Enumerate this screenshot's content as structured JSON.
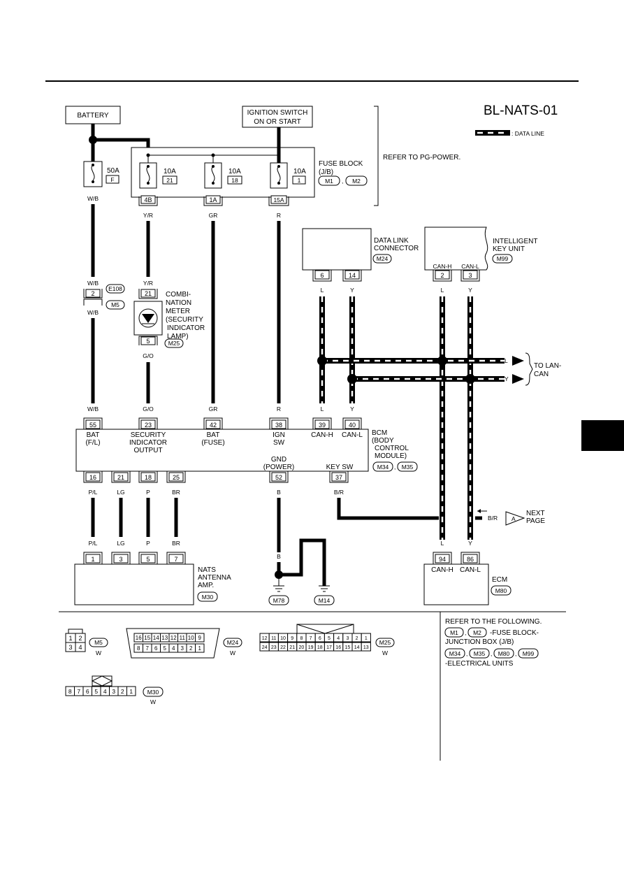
{
  "page": {
    "diagram_id": "BL-NATS-01",
    "legend_data_line": ": DATA LINE"
  },
  "battery": {
    "label": "BATTERY"
  },
  "ignition": {
    "line1": "IGNITION SWITCH",
    "line2": "ON OR START"
  },
  "refer_power": "REFER TO PG-POWER.",
  "fuse_block": {
    "title1": "FUSE BLOCK",
    "title2": "(J/B)",
    "conn1": "M1",
    "conn2": "M2",
    "comma": ",",
    "fuses": [
      {
        "amps": "10A",
        "num": "21",
        "pin": "4B",
        "wire": "Y/R"
      },
      {
        "amps": "10A",
        "num": "18",
        "pin": "1A",
        "wire": "GR"
      },
      {
        "amps": "10A",
        "num": "1",
        "pin": "15A",
        "wire": "R"
      }
    ]
  },
  "main_fuse": {
    "amps": "50A",
    "num": "F",
    "wire": "W/B"
  },
  "jumper": {
    "pin": "2",
    "wire_top": "W/B",
    "wire_bottom": "W/B",
    "conn_top": "E108",
    "conn_bottom": "M5"
  },
  "combi_meter": {
    "lines": [
      "COMBI-",
      "NATION",
      "METER",
      "(SECURITY",
      "INDICATOR",
      "LAMP)"
    ],
    "pin_top": "21",
    "pin_bottom": "5",
    "wire_top": "Y/R",
    "wire_bottom": "G/O",
    "conn": "M25"
  },
  "data_link": {
    "line1": "DATA LINK",
    "line2": "CONNECTOR",
    "conn": "M24",
    "pins": [
      "6",
      "14"
    ],
    "wires": [
      "L",
      "Y"
    ]
  },
  "ikey": {
    "line1": "INTELLIGENT",
    "line2": "KEY UNIT",
    "conn": "M99",
    "pins": [
      "2",
      "3"
    ],
    "pin_labels": [
      "CAN-H",
      "CAN-L"
    ],
    "wires": [
      "L",
      "Y"
    ]
  },
  "lan": {
    "label1": "TO LAN-",
    "label2": "CAN",
    "wire_h": "L",
    "wire_l": "Y"
  },
  "bcm": {
    "line1": "BCM",
    "line2": "(BODY",
    "line3": "CONTROL",
    "line4": "MODULE)",
    "conn1": "M34",
    "conn2": "M35",
    "comma": ",",
    "top_pins": [
      {
        "pin": "55",
        "wire": "W/B",
        "label1": "BAT",
        "label2": "(F/L)"
      },
      {
        "pin": "23",
        "wire": "G/O",
        "label1": "SECURITY",
        "label2": "INDICATOR",
        "label3": "OUTPUT"
      },
      {
        "pin": "42",
        "wire": "GR",
        "label1": "BAT",
        "label2": "(FUSE)"
      },
      {
        "pin": "38",
        "wire": "R",
        "label1": "IGN",
        "label2": "SW"
      },
      {
        "pin": "39",
        "wire": "L",
        "label1": "CAN-H"
      },
      {
        "pin": "40",
        "wire": "Y",
        "label1": "CAN-L"
      }
    ],
    "gnd_label1": "GND",
    "gnd_label2": "(POWER)",
    "keysw_label": "KEY SW",
    "bottom_pins": [
      {
        "pin": "16",
        "wire": "P/L"
      },
      {
        "pin": "21",
        "wire": "LG"
      },
      {
        "pin": "18",
        "wire": "P"
      },
      {
        "pin": "25",
        "wire": "BR"
      },
      {
        "pin": "52",
        "wire": "B"
      },
      {
        "pin": "37",
        "wire": "B/R"
      }
    ]
  },
  "next_page": {
    "wire": "B/R",
    "marker": "A",
    "line1": "NEXT",
    "line2": "PAGE"
  },
  "nats": {
    "line1": "NATS",
    "line2": "ANTENNA",
    "line3": "AMP.",
    "conn": "M30",
    "pins": [
      {
        "pin": "1",
        "wire": "P/L"
      },
      {
        "pin": "3",
        "wire": "LG"
      },
      {
        "pin": "5",
        "wire": "P"
      },
      {
        "pin": "7",
        "wire": "BR"
      }
    ]
  },
  "grounds": {
    "wire": "B",
    "g1": "M78",
    "g2": "M14"
  },
  "ecm": {
    "label": "ECM",
    "conn": "M80",
    "pins": [
      {
        "pin": "94",
        "wire": "L",
        "label": "CAN-H"
      },
      {
        "pin": "86",
        "wire": "Y",
        "label": "CAN-L"
      }
    ]
  },
  "connectors": {
    "m5": {
      "name": "M5",
      "color": "W",
      "cells": [
        "1",
        "2",
        "3",
        "4"
      ]
    },
    "m24": {
      "name": "M24",
      "color": "W",
      "row1": [
        "16",
        "15",
        "14",
        "13",
        "12",
        "11",
        "10",
        "9"
      ],
      "row2": [
        "8",
        "7",
        "6",
        "5",
        "4",
        "3",
        "2",
        "1"
      ]
    },
    "m25": {
      "name": "M25",
      "color": "W",
      "row1": [
        "12",
        "11",
        "10",
        "9",
        "8",
        "7",
        "6",
        "5",
        "4",
        "3",
        "2",
        "1"
      ],
      "row2": [
        "24",
        "23",
        "22",
        "21",
        "20",
        "19",
        "18",
        "17",
        "16",
        "15",
        "14",
        "13"
      ]
    },
    "m30": {
      "name": "M30",
      "color": "W",
      "row": [
        "8",
        "7",
        "6",
        "5",
        "4",
        "3",
        "2",
        "1"
      ]
    }
  },
  "refer_following": {
    "line1": "REFER TO THE FOLLOWING.",
    "c1": "M1",
    "c2": "M2",
    "comma": ",",
    "text1": "-FUSE BLOCK-",
    "text2": "JUNCTION BOX (J/B)",
    "c3": "M34",
    "c4": "M35",
    "c5": "M80",
    "c6": "M99",
    "text3": "-ELECTRICAL UNITS"
  }
}
